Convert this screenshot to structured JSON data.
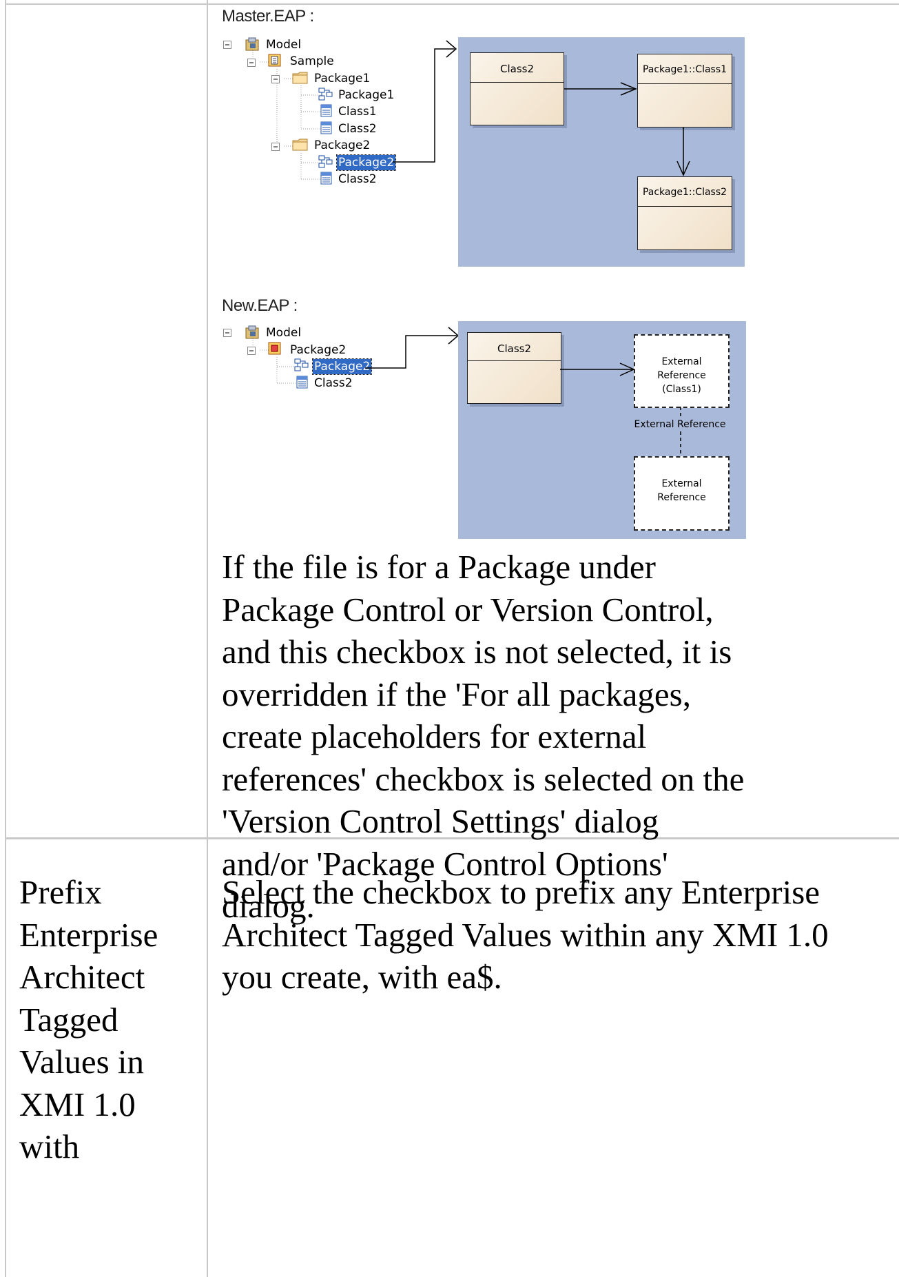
{
  "master_figure": {
    "caption": "Master.EAP :",
    "tree": {
      "model": "Model",
      "sample": "Sample",
      "package1": "Package1",
      "package1_diagram": "Package1",
      "class1": "Class1",
      "class2_a": "Class2",
      "package2": "Package2",
      "package2_diagram": "Package2",
      "class2_b": "Class2"
    },
    "diagram": {
      "class2": "Class2",
      "p1_class1": "Package1::Class1",
      "p1_class2": "Package1::Class2"
    }
  },
  "new_figure": {
    "caption": "New.EAP :",
    "tree": {
      "model": "Model",
      "package2": "Package2",
      "package2_diagram": "Package2",
      "class2": "Class2"
    },
    "diagram": {
      "class2": "Class2",
      "ext_ref_class1_line1": "External",
      "ext_ref_class1_line2": "Reference",
      "ext_ref_class1_line3": "(Class1)",
      "connector_label": "External Reference",
      "ext_ref_line1": "External",
      "ext_ref_line2": "Reference"
    }
  },
  "row1": {
    "description": "If the file is for a Package under Package Control or Version Control, and this checkbox is not selected, it is overridden if the 'For all packages, create placeholders for external references' checkbox is selected on the 'Version Control Settings' dialog and/or 'Package Control Options' dialog."
  },
  "row2": {
    "option": "Prefix Enterprise Architect Tagged Values in XMI 1.0 with",
    "description": "Select the checkbox to prefix any Enterprise Architect Tagged Values within any XMI 1.0 you create, with ea$."
  }
}
